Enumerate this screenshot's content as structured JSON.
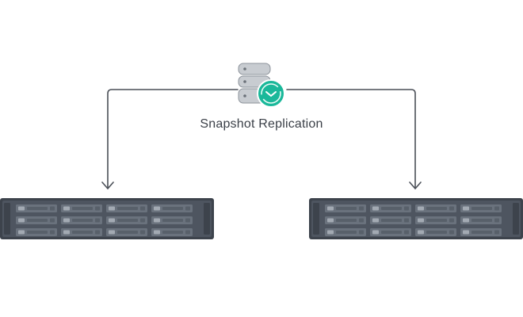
{
  "diagram": {
    "center_label": "Snapshot Replication",
    "center_icon": "database-sync-icon",
    "colors": {
      "connector": "#4a4f57",
      "server_body": "#4e5560",
      "server_frame": "#3d434c",
      "drive_bay": "#6a727d",
      "drive_slot": "#a3aab3",
      "accent": "#1ab89a",
      "db_disk": "#c8ccd1"
    },
    "nodes": [
      {
        "role": "left-server",
        "icon": "rack-server-icon"
      },
      {
        "role": "right-server",
        "icon": "rack-server-icon"
      }
    ]
  }
}
